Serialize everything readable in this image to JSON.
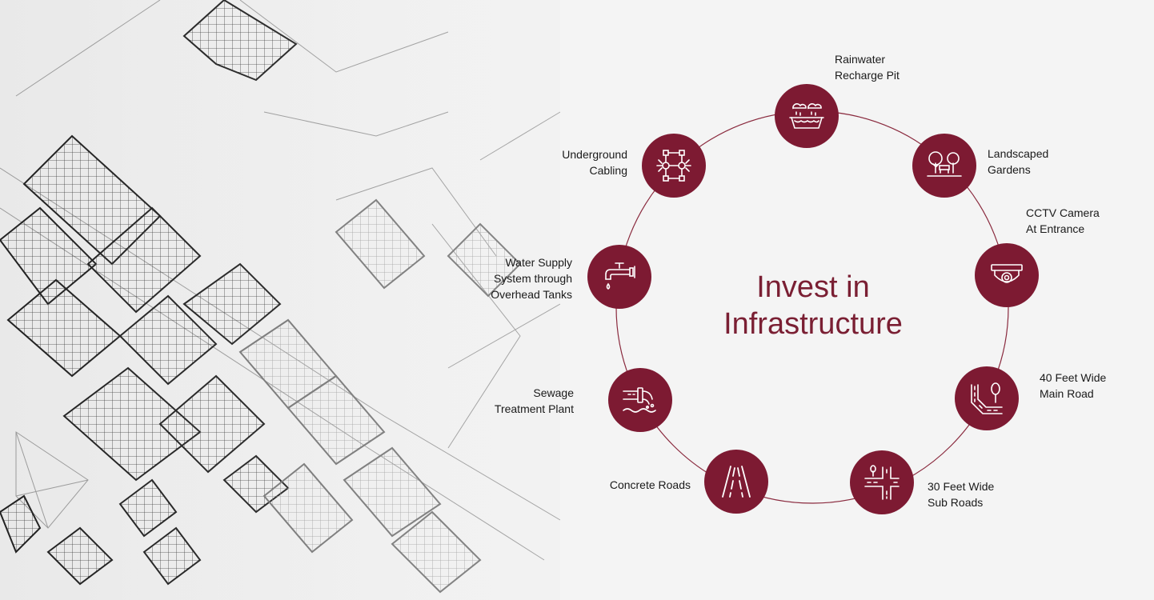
{
  "title": {
    "line1": "Invest in",
    "line2": "Infrastructure"
  },
  "colors": {
    "accent": "#7d1a32",
    "title": "#7a1f33",
    "ring": "#8a2a3e"
  },
  "features": [
    {
      "icon": "rain-recharge-icon",
      "line1": "Rainwater",
      "line2": "Recharge Pit"
    },
    {
      "icon": "trees-bench-icon",
      "line1": "Landscaped",
      "line2": "Gardens"
    },
    {
      "icon": "cctv-camera-icon",
      "line1": "CCTV Camera",
      "line2": "At Entrance"
    },
    {
      "icon": "main-road-tree-icon",
      "line1": "40 Feet Wide",
      "line2": "Main Road"
    },
    {
      "icon": "road-junction-icon",
      "line1": "30 Feet Wide",
      "line2": "Sub Roads"
    },
    {
      "icon": "concrete-road-icon",
      "line1": "Concrete Roads",
      "line2": ""
    },
    {
      "icon": "sewage-pipe-icon",
      "line1": "Sewage",
      "line2": "Treatment Plant"
    },
    {
      "icon": "water-tap-icon",
      "line1": "Water Supply",
      "line2": "System through",
      "line3": "Overhead Tanks"
    },
    {
      "icon": "cable-network-icon",
      "line1": "Underground",
      "line2": "Cabling"
    }
  ]
}
